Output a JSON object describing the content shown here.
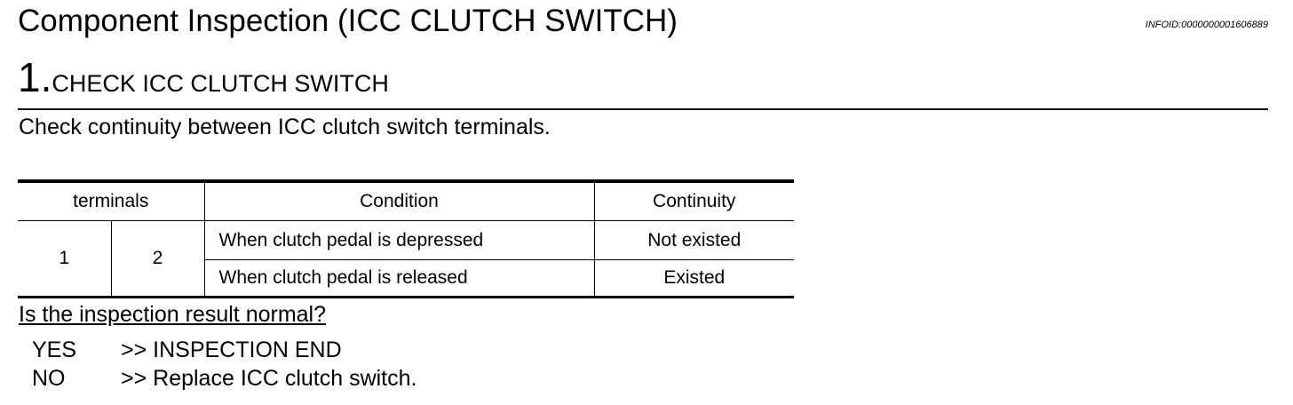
{
  "header": {
    "title": "Component Inspection (ICC CLUTCH SWITCH)",
    "info_id": "INFOID:0000000001606889"
  },
  "step": {
    "number": "1.",
    "title": "CHECK ICC CLUTCH SWITCH"
  },
  "instruction": "Check continuity between ICC clutch switch terminals.",
  "table": {
    "headers": {
      "terminals": "terminals",
      "condition": "Condition",
      "continuity": "Continuity"
    },
    "terminal_a": "1",
    "terminal_b": "2",
    "rows": [
      {
        "condition": "When clutch pedal is depressed",
        "continuity": "Not existed"
      },
      {
        "condition": "When clutch pedal is released",
        "continuity": "Existed"
      }
    ]
  },
  "question": "Is the inspection result normal?",
  "answers": [
    {
      "key": "YES",
      "text": ">> INSPECTION END"
    },
    {
      "key": "NO",
      "text": ">> Replace ICC clutch switch."
    }
  ]
}
